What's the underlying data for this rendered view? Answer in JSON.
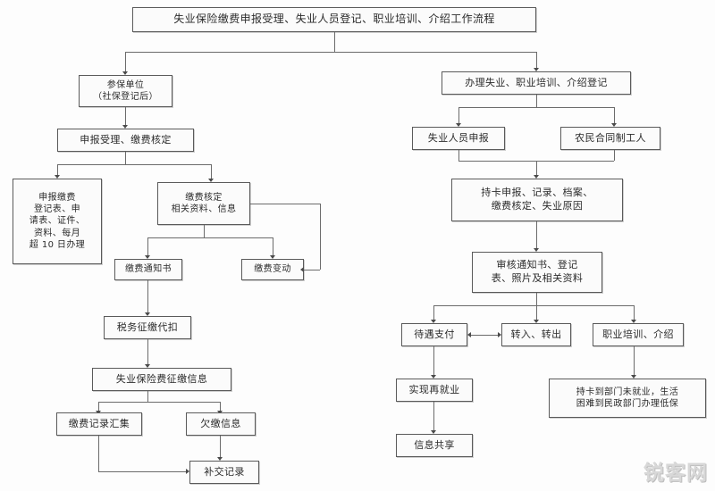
{
  "diagram": {
    "title": "失业保险缴费申报受理、失业人员登记、职业培训、介绍工作流程",
    "watermark": "锐客网",
    "nodes": {
      "title_bar": "失业保险缴费申报受理、失业人员登记、职业培训、介绍工作流程",
      "l_unit": "参保单位\n（社保登记后）",
      "l_accept": "申报受理、缴费核定",
      "l_declare_docs": "申报缴费\n登记表、申\n请表、证件、\n资料、每月\n超 10 日办理",
      "l_verify": "缴费核定\n相关资料、信息",
      "l_notice": "缴费通知书",
      "l_change": "缴费变动",
      "l_tax": "税务征缴代扣",
      "l_fee_info": "失业保险费征缴信息",
      "l_record": "缴费记录汇集",
      "l_arrears": "欠缴信息",
      "l_supplement": "补交记录",
      "r_handle": "办理失业、职业培训、介绍登记",
      "r_jobless_declare": "失业人员申报",
      "r_farmer_worker": "农民合同制工人",
      "r_card_declare": "持卡申报、记录、档案、\n缴费核定、失业原因",
      "r_audit_notice": "审核通知书、登记\n表、照片及相关资料",
      "r_benefit_pay": "待遇支付",
      "r_transfer": "转入、转出",
      "r_training": "职业培训、介绍",
      "r_reemploy": "实现再就业",
      "r_share": "信息共享",
      "r_lowincome": "持卡到部门未就业，生活\n困难到民政部门办理低保"
    }
  },
  "colors": {
    "box_border": "#5a5a5a",
    "box_fill": "#fbfbfb",
    "line": "#6b6b6b",
    "text": "#2b2b2b",
    "watermark": "#d8d8d8"
  }
}
